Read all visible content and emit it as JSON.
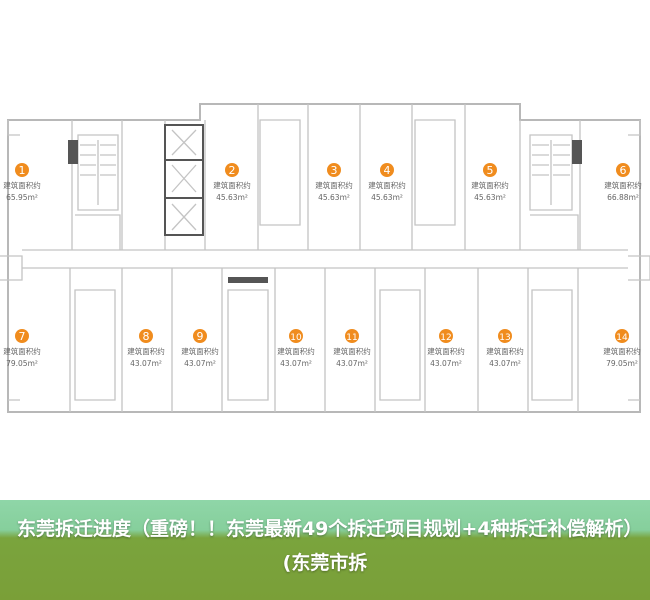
{
  "units": [
    {
      "num": "1",
      "label": "建筑面积约",
      "area": "65.95m²"
    },
    {
      "num": "2",
      "label": "建筑面积约",
      "area": "45.63m²"
    },
    {
      "num": "3",
      "label": "建筑面积约",
      "area": "45.63m²"
    },
    {
      "num": "4",
      "label": "建筑面积约",
      "area": "45.63m²"
    },
    {
      "num": "5",
      "label": "建筑面积约",
      "area": "45.63m²"
    },
    {
      "num": "6",
      "label": "建筑面积约",
      "area": "66.88m²"
    },
    {
      "num": "7",
      "label": "建筑面积约",
      "area": "79.05m²"
    },
    {
      "num": "8",
      "label": "建筑面积约",
      "area": "43.07m²"
    },
    {
      "num": "9",
      "label": "建筑面积约",
      "area": "43.07m²"
    },
    {
      "num": "10",
      "label": "建筑面积约",
      "area": "43.07m²"
    },
    {
      "num": "11",
      "label": "建筑面积约",
      "area": "43.07m²"
    },
    {
      "num": "12",
      "label": "建筑面积约",
      "area": "43.07m²"
    },
    {
      "num": "13",
      "label": "建筑面积约",
      "area": "43.07m²"
    },
    {
      "num": "14",
      "label": "建筑面积约",
      "area": "79.05m²"
    }
  ],
  "banner": {
    "title": "东莞拆迁进度（重磅！！东莞最新49个拆迁项目规划+4种拆迁补偿解析）(东莞市拆"
  },
  "colors": {
    "badge": "#f08c1e",
    "banner_green": "#7a9f38"
  }
}
